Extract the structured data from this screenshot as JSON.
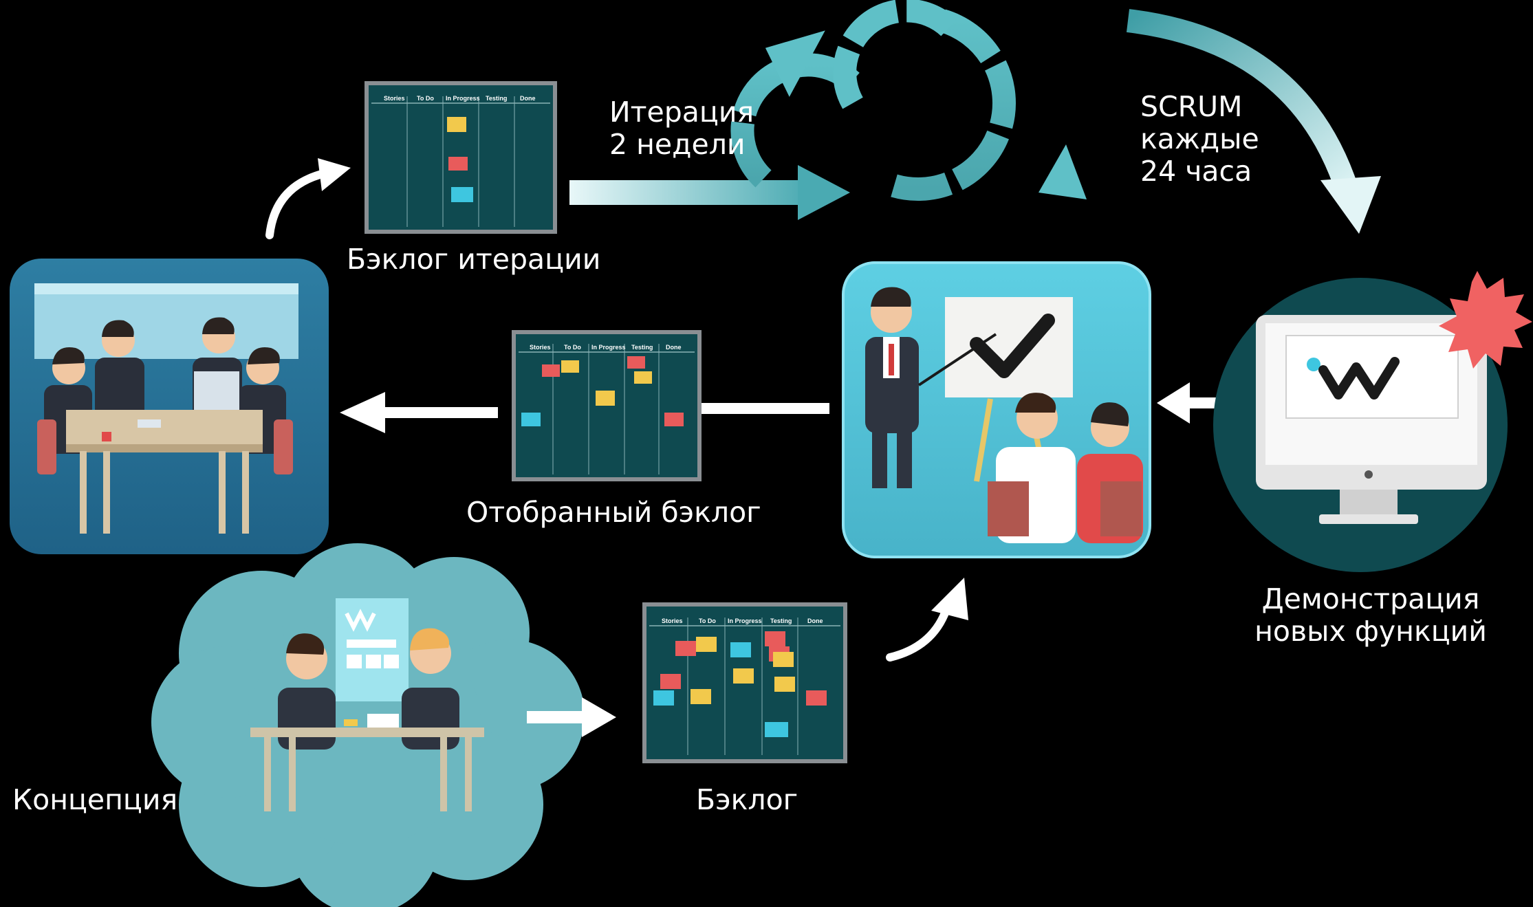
{
  "labels": {
    "iteration_backlog": "Бэклог итерации",
    "iteration_line1": "Итерация",
    "iteration_line2": "2 недели",
    "scrum_line1": "SCRUM",
    "scrum_line2": "каждые",
    "scrum_line3": "24 часа",
    "selected_backlog": "Отобранный бэклог",
    "demo_line1": "Демонстрация",
    "demo_line2": "новых функций",
    "concept": "Концепция",
    "backlog": "Бэклог"
  },
  "board_columns": [
    "Stories",
    "To Do",
    "In Progress",
    "Testing",
    "Done"
  ],
  "colors": {
    "background": "#000000",
    "teal": "#5bb8bf",
    "teal_light": "#a8e0e4",
    "board": "#0f4a50",
    "board_frame": "#8a8f93",
    "panel": "#4fc3d9",
    "cloud": "#6cb7c0",
    "sticky_red": "#e85b5b",
    "sticky_yellow": "#f2c94c",
    "sticky_cyan": "#3ec6e0",
    "burst": "#f06262"
  },
  "icons": [
    "check-mark-icon",
    "logo-icon",
    "monitor-icon"
  ]
}
